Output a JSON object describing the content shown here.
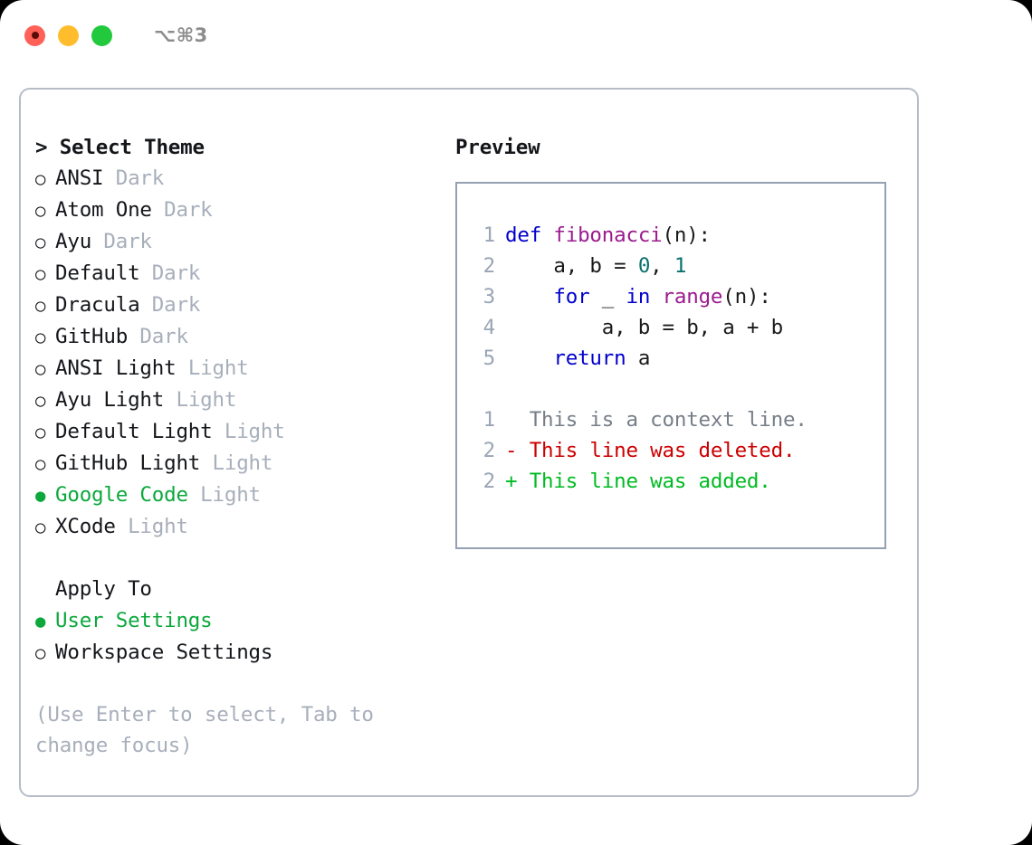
{
  "window": {
    "shortcut": "⌥⌘3",
    "traffic_lights": [
      {
        "name": "close-button",
        "color": "#ff6058"
      },
      {
        "name": "minimize-button",
        "color": "#ffbd2e"
      },
      {
        "name": "maximize-button",
        "color": "#23c93c"
      }
    ]
  },
  "theme_picker": {
    "heading": "> Select Theme",
    "unselected_marker": "○",
    "selected_marker": "●",
    "themes": [
      {
        "marker": "○",
        "label": "ANSI",
        "suffix": " Dark",
        "selected": false
      },
      {
        "marker": "○",
        "label": "Atom One",
        "suffix": " Dark",
        "selected": false
      },
      {
        "marker": "○",
        "label": "Ayu",
        "suffix": " Dark",
        "selected": false
      },
      {
        "marker": "○",
        "label": "Default",
        "suffix": " Dark",
        "selected": false
      },
      {
        "marker": "○",
        "label": "Dracula",
        "suffix": " Dark",
        "selected": false
      },
      {
        "marker": "○",
        "label": "GitHub",
        "suffix": " Dark",
        "selected": false
      },
      {
        "marker": "○",
        "label": "ANSI Light",
        "suffix": " Light",
        "selected": false
      },
      {
        "marker": "○",
        "label": "Ayu Light",
        "suffix": " Light",
        "selected": false
      },
      {
        "marker": "○",
        "label": "Default Light",
        "suffix": " Light",
        "selected": false
      },
      {
        "marker": "○",
        "label": "GitHub Light",
        "suffix": " Light",
        "selected": false
      },
      {
        "marker": "●",
        "label": "Google Code",
        "suffix": " Light",
        "selected": true
      },
      {
        "marker": "○",
        "label": "XCode",
        "suffix": " Light",
        "selected": false
      }
    ]
  },
  "apply_to": {
    "heading": "Apply To",
    "options": [
      {
        "marker": "●",
        "label": "User Settings",
        "selected": true
      },
      {
        "marker": "○",
        "label": "Workspace Settings",
        "selected": false
      }
    ]
  },
  "hint": "(Use Enter to select, Tab to change focus)",
  "preview": {
    "title": "Preview",
    "code_lines": [
      {
        "number": "1",
        "tokens": [
          {
            "t": "def ",
            "c": "kw"
          },
          {
            "t": "fibonacci",
            "c": "fn"
          },
          {
            "t": "(n):",
            "c": "pl"
          }
        ]
      },
      {
        "number": "2",
        "tokens": [
          {
            "t": "    a, b = ",
            "c": "pl"
          },
          {
            "t": "0",
            "c": "num"
          },
          {
            "t": ", ",
            "c": "pl"
          },
          {
            "t": "1",
            "c": "num"
          }
        ]
      },
      {
        "number": "3",
        "tokens": [
          {
            "t": "    ",
            "c": "pl"
          },
          {
            "t": "for",
            "c": "kw"
          },
          {
            "t": " _ ",
            "c": "pl"
          },
          {
            "t": "in",
            "c": "kw"
          },
          {
            "t": " ",
            "c": "pl"
          },
          {
            "t": "range",
            "c": "fn"
          },
          {
            "t": "(n):",
            "c": "pl"
          }
        ]
      },
      {
        "number": "4",
        "tokens": [
          {
            "t": "        a, b = b, a + b",
            "c": "pl"
          }
        ]
      },
      {
        "number": "5",
        "tokens": [
          {
            "t": "    ",
            "c": "pl"
          },
          {
            "t": "return",
            "c": "kw"
          },
          {
            "t": " a",
            "c": "pl"
          }
        ]
      }
    ],
    "diff_lines": [
      {
        "number": "1",
        "sign": " ",
        "text": " This is a context line.",
        "kind": "context"
      },
      {
        "number": "2",
        "sign": "-",
        "text": " This line was deleted.",
        "kind": "deleted"
      },
      {
        "number": "2",
        "sign": "+",
        "text": " This line was added.",
        "kind": "added"
      }
    ]
  },
  "colors": {
    "accent_green": "#0ca83c",
    "muted": "#a7afbb",
    "panel_border": "#b5bcc7",
    "preview_border": "#95a1b3",
    "keyword": "#0000cc",
    "function": "#9b1b8f",
    "number": "#0b6f6f",
    "diff_deleted": "#cc0000",
    "diff_added": "#00bb22",
    "gutter": "#9aa5b5"
  }
}
